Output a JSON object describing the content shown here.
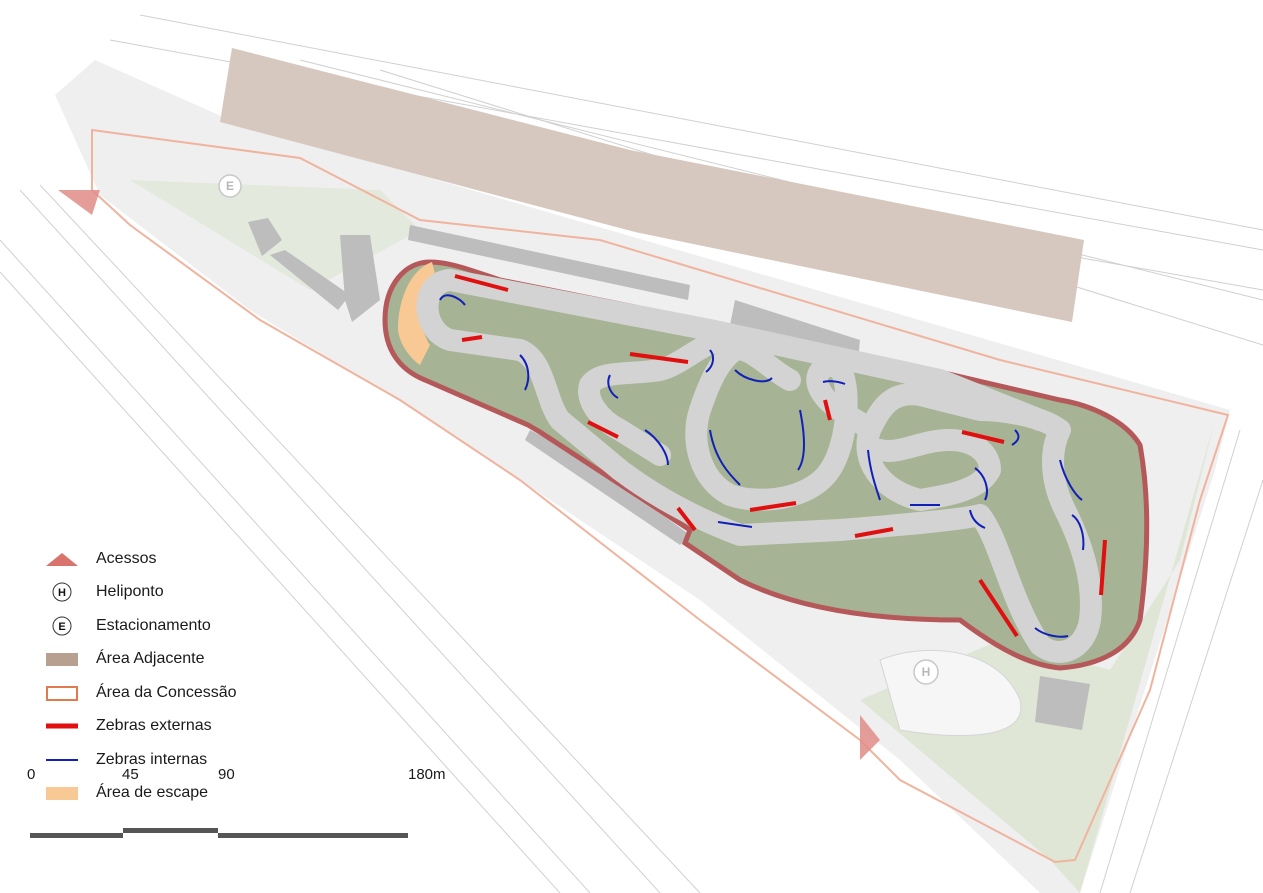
{
  "colors": {
    "adjacent": "#d6c8bf",
    "concession": "#e07a4f",
    "track": "#d3d3d3",
    "grass": "#a6b394",
    "track_outline": "#b5585a",
    "zebra_ext": "#e01010",
    "zebra_int": "#1020b8",
    "escape": "#f8c995",
    "access": "#e08c88",
    "building": "#bdbdbd",
    "ground": "#efefef",
    "green_zone": "#dfe6d6"
  },
  "map_markers": {
    "parking": "E",
    "helipad": "H"
  },
  "legend": {
    "items": [
      {
        "key": "access",
        "label": "Acessos",
        "icon": "triangle-icon"
      },
      {
        "key": "helipad",
        "label": "Heliponto",
        "icon": "H"
      },
      {
        "key": "parking",
        "label": "Estacionamento",
        "icon": "E"
      },
      {
        "key": "adjacent",
        "label": "Área Adjacente",
        "icon": "filled-rect"
      },
      {
        "key": "concession",
        "label": "Área da Concessão",
        "icon": "outline-rect"
      },
      {
        "key": "zebra_ext",
        "label": "Zebras externas",
        "icon": "thick-line"
      },
      {
        "key": "zebra_int",
        "label": "Zebras internas",
        "icon": "thin-line"
      },
      {
        "key": "escape",
        "label": "Área de escape",
        "icon": "filled-rect"
      }
    ]
  },
  "scale_bar": {
    "ticks": [
      "0",
      "45",
      "90",
      "180m"
    ]
  }
}
